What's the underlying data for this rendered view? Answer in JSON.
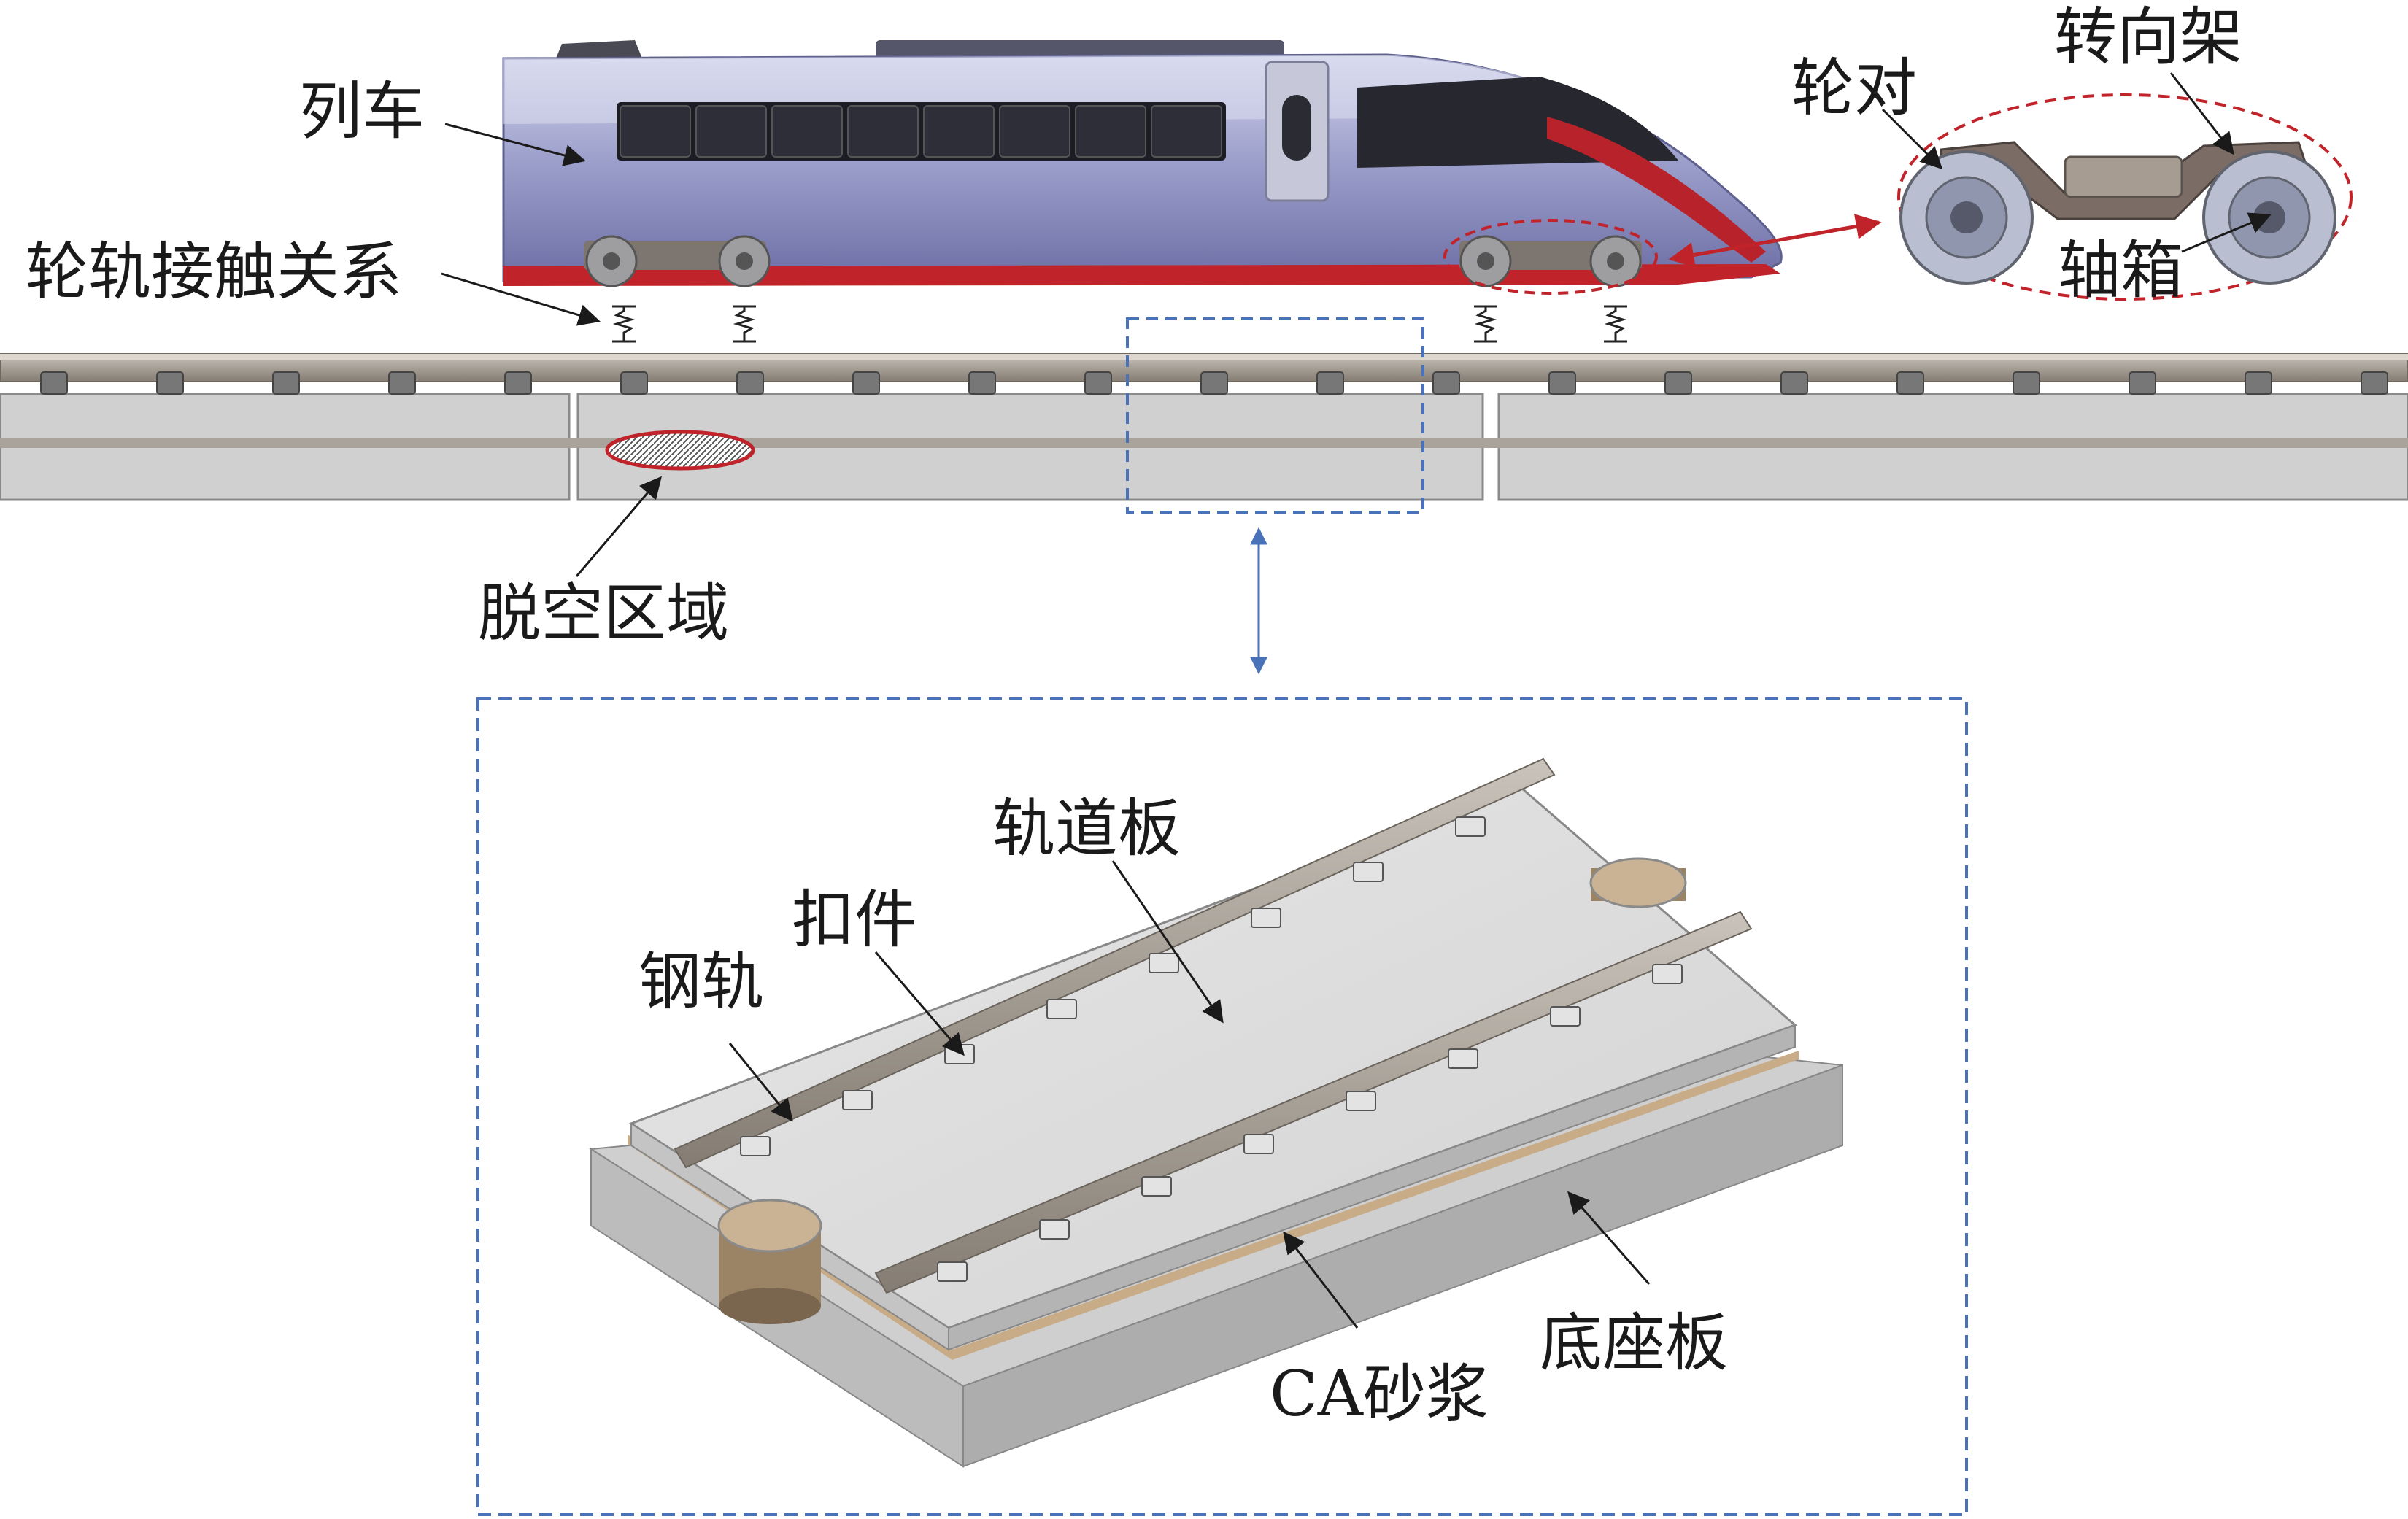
{
  "labels": {
    "train": "列车",
    "wheel_rail_contact": "轮轨接触关系",
    "wheelset": "轮对",
    "bogie": "转向架",
    "axle_box": "轴箱",
    "void_area": "脱空区域",
    "track_slab": "轨道板",
    "fastener": "扣件",
    "rail": "钢轨",
    "base_plate": "底座板",
    "ca_mortar": "CA砂浆"
  },
  "colors": {
    "train_body": "#8c8fc0",
    "train_stripe": "#c0242a",
    "dashed_box": "#4a72b8",
    "highlight_ellipse": "#c0242a",
    "concrete": "#c9c9c9",
    "rail": "#9a928a"
  }
}
